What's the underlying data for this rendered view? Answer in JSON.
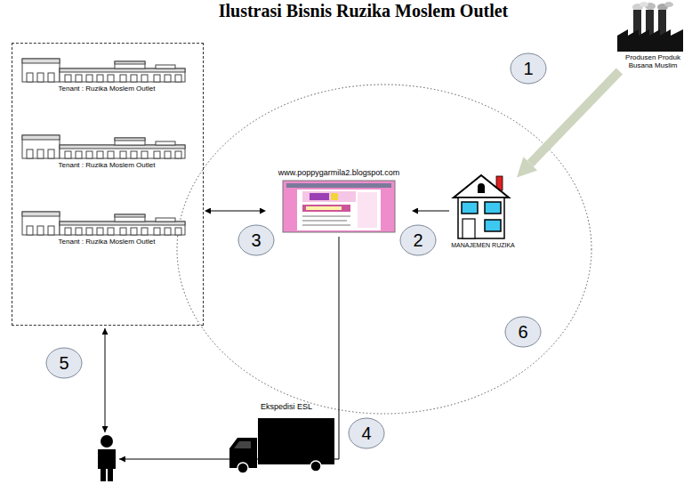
{
  "diagram": {
    "title": "Ilustrasi Bisnis Ruzika Moslem Outlet",
    "nodes": [
      {
        "text": []
      },
      {
        "text": [
          "Tenant : Ruzika Moslem Outlet"
        ],
        "in": 0
      },
      {
        "text": [
          "Tenant : Ruzika Moslem Outlet"
        ],
        "in": 0
      },
      {
        "text": [
          "Tenant : Ruzika Moslem Outlet"
        ],
        "in": 0
      },
      {
        "text": [
          "www.poppygarmila2.blogspot.com"
        ]
      },
      {
        "text": [
          "Produsen Produk Busana Muslim"
        ]
      },
      {
        "text": [
          "MANAJEMEN RUZIKA"
        ]
      },
      {
        "text": [
          "Ekspedisi ESL"
        ]
      }
    ],
    "edges": [
      {
        "from": 5,
        "to": 6,
        "arrow": "to"
      },
      {
        "from": 6,
        "to": 4,
        "arrow": "to"
      },
      {
        "from": 0,
        "to": 4,
        "arrow": "both"
      }
    ],
    "labels": [
      "1",
      "2",
      "3",
      "4",
      "5",
      "6"
    ]
  }
}
